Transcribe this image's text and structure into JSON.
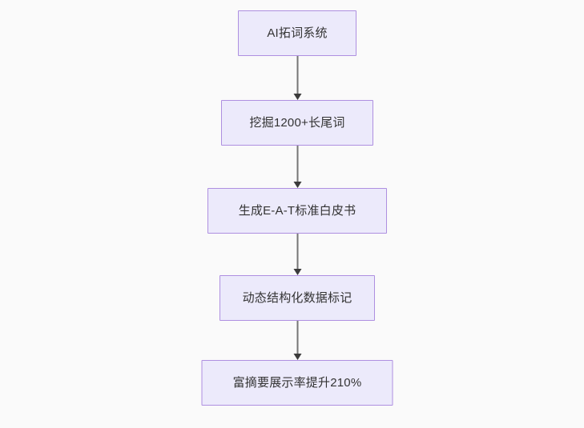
{
  "diagram": {
    "type": "flowchart",
    "direction": "top-to-bottom",
    "background_color": "#fafafa",
    "node_fill_color": "#eceafb",
    "node_border_color": "#ae8fe0",
    "node_text_color": "#333333",
    "edge_color": "#767676",
    "arrowhead_color": "#3b3b3b",
    "nodes": [
      {
        "id": "node-0",
        "label": "AI拓词系统"
      },
      {
        "id": "node-1",
        "label": "挖掘1200+长尾词"
      },
      {
        "id": "node-2",
        "label": "生成E-A-T标准白皮书"
      },
      {
        "id": "node-3",
        "label": "动态结构化数据标记"
      },
      {
        "id": "node-4",
        "label": "富摘要展示率提升210%"
      }
    ],
    "edges": [
      {
        "id": "edge-0",
        "from": "node-0",
        "to": "node-1",
        "label": ""
      },
      {
        "id": "edge-1",
        "from": "node-1",
        "to": "node-2",
        "label": ""
      },
      {
        "id": "edge-2",
        "from": "node-2",
        "to": "node-3",
        "label": ""
      },
      {
        "id": "edge-3",
        "from": "node-3",
        "to": "node-4",
        "label": ""
      }
    ]
  }
}
